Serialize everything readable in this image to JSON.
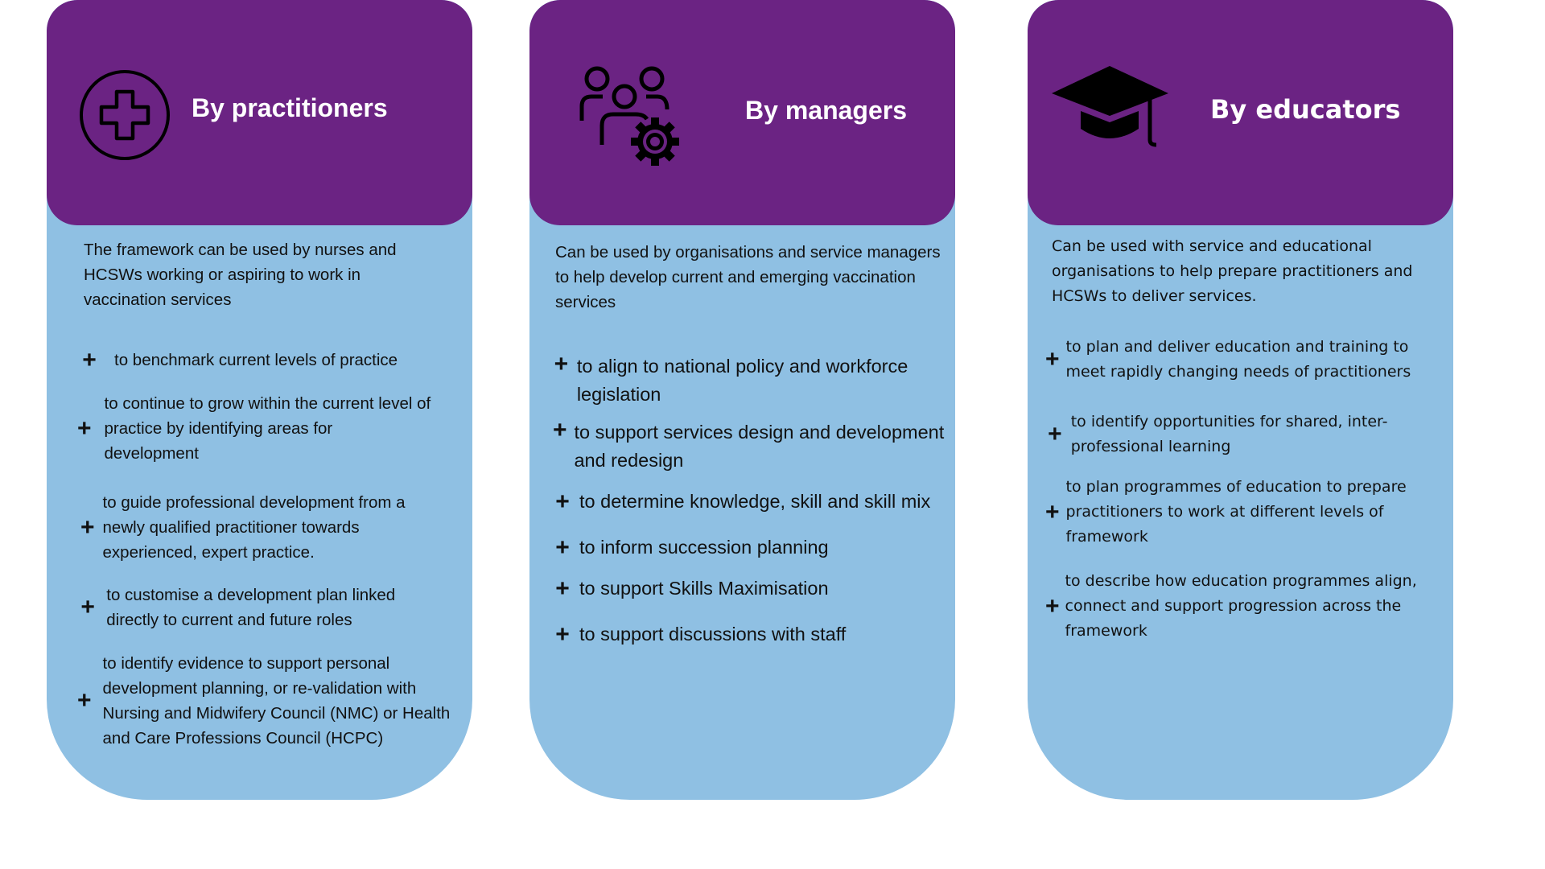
{
  "colors": {
    "header": "#6b2383",
    "body": "#8fc0e3"
  },
  "cards": [
    {
      "title": "By practitioners",
      "icon": "medical-cross-icon",
      "intro": "The framework can be used by nurses and HCSWs working or aspiring to work in vaccination services",
      "items": [
        "to benchmark current levels of practice",
        "to continue to grow within the current level of practice by identifying areas for development",
        "to guide professional development from a newly qualified practitioner towards experienced, expert practice.",
        "to customise a development plan linked directly to current and future roles",
        "to identify evidence to support personal development planning, or re-validation with Nursing and Midwifery Council (NMC) or Health and Care Professions Council (HCPC)"
      ]
    },
    {
      "title": "By managers",
      "icon": "team-settings-icon",
      "intro": "Can be used by organisations and service managers to help develop current and emerging vaccination services",
      "items": [
        "to align to national policy and workforce legislation",
        "to support services design and development and redesign",
        "to determine knowledge, skill and skill mix",
        "to inform succession planning",
        "to support Skills Maximisation",
        "to support discussions with staff"
      ]
    },
    {
      "title": "By educators",
      "icon": "graduation-cap-icon",
      "intro": "Can be used with service  and educational organisations to help prepare practitioners and HCSWs to deliver services.",
      "items": [
        "to plan and deliver education and training to meet rapidly changing needs of practitioners",
        "to identify opportunities for shared, inter-professional learning",
        "to plan programmes of education to prepare practitioners to work at different levels of framework",
        "to describe how education programmes align, connect and support progression across the framework"
      ]
    }
  ]
}
